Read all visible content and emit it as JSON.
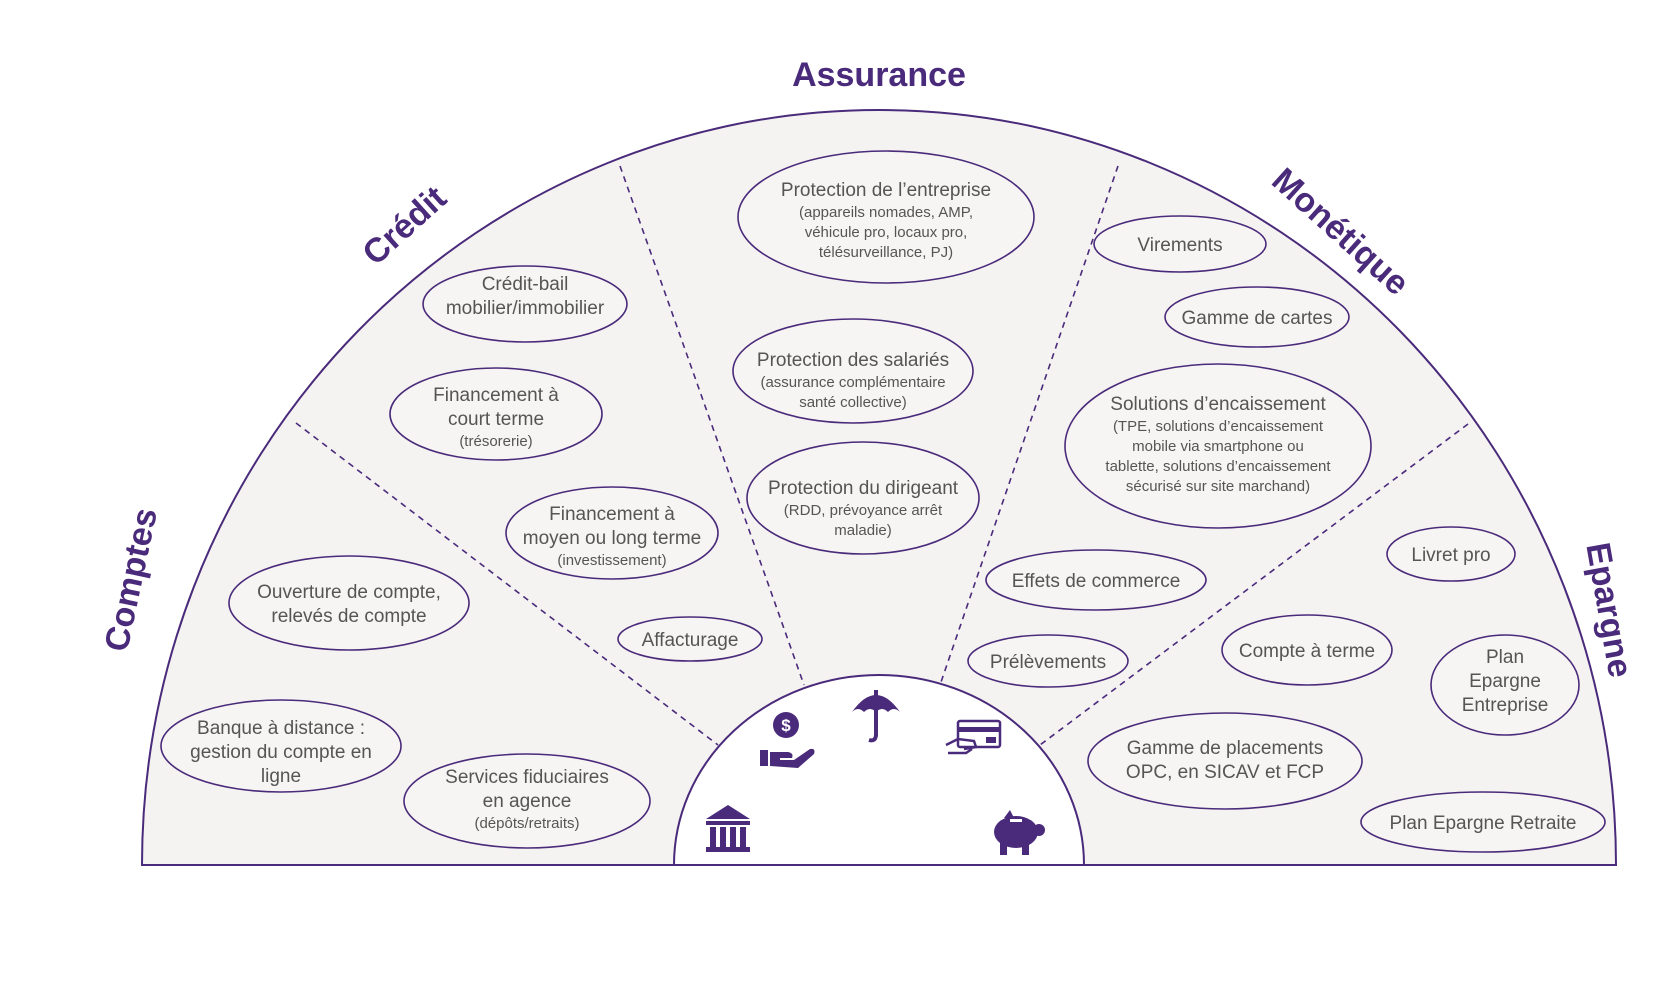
{
  "sectors": {
    "assurance": "Assurance",
    "credit": "Crédit",
    "monetique": "Monétique",
    "comptes": "Comptes",
    "epargne": "Epargne"
  },
  "bubbles": {
    "protection_entreprise": {
      "main": [
        "Protection de l’entreprise"
      ],
      "sub": [
        "(appareils nomades, AMP,",
        "véhicule pro, locaux pro,",
        "télésurveillance, PJ)"
      ]
    },
    "protection_salaries": {
      "main": [
        "Protection des salariés"
      ],
      "sub": [
        "(assurance complémentaire",
        "santé collective)"
      ]
    },
    "protection_dirigeant": {
      "main": [
        "Protection du dirigeant"
      ],
      "sub": [
        "(RDD, prévoyance arrêt",
        "maladie)"
      ]
    },
    "credit_bail": {
      "main": [
        "Crédit-bail",
        "mobilier/immobilier"
      ],
      "sub": []
    },
    "financement_court": {
      "main": [
        "Financement à",
        "court terme"
      ],
      "sub": [
        "(trésorerie)"
      ]
    },
    "financement_moyen": {
      "main": [
        "Financement à",
        "moyen ou long terme"
      ],
      "sub": [
        "(investissement)"
      ]
    },
    "affacturage": {
      "main": [
        "Affacturage"
      ],
      "sub": []
    },
    "ouverture_compte": {
      "main": [
        "Ouverture de compte,",
        "relevés de compte"
      ],
      "sub": []
    },
    "banque_distance": {
      "main": [
        "Banque à distance :",
        "gestion du compte en",
        "ligne"
      ],
      "sub": []
    },
    "services_fiduciaires": {
      "main": [
        "Services fiduciaires",
        "en agence"
      ],
      "sub": [
        "(dépôts/retraits)"
      ]
    },
    "virements": {
      "main": [
        "Virements"
      ],
      "sub": []
    },
    "gamme_cartes": {
      "main": [
        "Gamme de cartes"
      ],
      "sub": []
    },
    "solutions_encaissement": {
      "main": [
        "Solutions d’encaissement"
      ],
      "sub": [
        "(TPE, solutions d’encaissement",
        "mobile via smartphone ou",
        "tablette, solutions d’encaissement",
        "sécurisé sur site marchand)"
      ]
    },
    "effets_commerce": {
      "main": [
        "Effets de commerce"
      ],
      "sub": []
    },
    "prelevements": {
      "main": [
        "Prélèvements"
      ],
      "sub": []
    },
    "livret_pro": {
      "main": [
        "Livret pro"
      ],
      "sub": []
    },
    "compte_terme": {
      "main": [
        "Compte à terme"
      ],
      "sub": []
    },
    "plan_epargne_entreprise": {
      "main": [
        "Plan",
        "Epargne",
        "Entreprise"
      ],
      "sub": []
    },
    "gamme_placements": {
      "main": [
        "Gamme de placements",
        "OPC, en SICAV et FCP"
      ],
      "sub": []
    },
    "plan_epargne_retraite": {
      "main": [
        "Plan Epargne Retraite"
      ],
      "sub": []
    }
  },
  "icons": [
    "money-hand-icon",
    "umbrella-icon",
    "card-hand-icon",
    "bank-icon",
    "piggy-bank-icon"
  ],
  "colors": {
    "accent": "#4a2a7a",
    "fill": "#f4f3f2",
    "text": "#555555"
  }
}
